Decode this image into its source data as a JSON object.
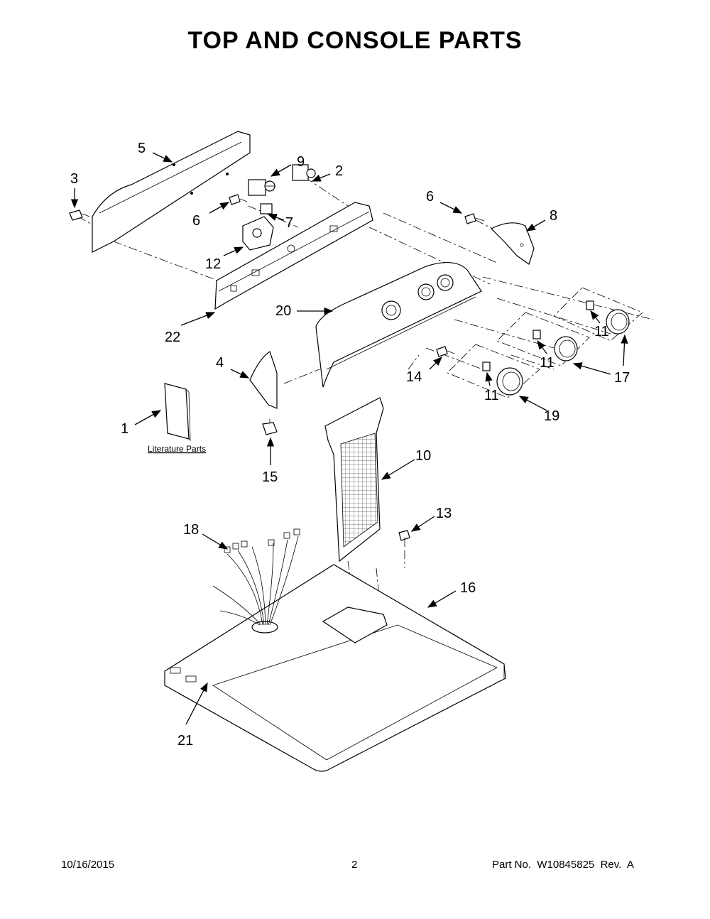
{
  "page": {
    "title": "TOP AND CONSOLE PARTS"
  },
  "callouts": {
    "c1": "1",
    "c2": "2",
    "c3": "3",
    "c4": "4",
    "c5": "5",
    "c6a": "6",
    "c6b": "6",
    "c7": "7",
    "c8": "8",
    "c9": "9",
    "c10": "10",
    "c11a": "11",
    "c11b": "11",
    "c11c": "11",
    "c12": "12",
    "c13": "13",
    "c14": "14",
    "c15": "15",
    "c16": "16",
    "c17": "17",
    "c18": "18",
    "c19": "19",
    "c20": "20",
    "c21": "21",
    "c22": "22"
  },
  "literature_label": "Literature Parts",
  "footer": {
    "date": "10/16/2015",
    "page_number": "2",
    "part_number": "Part No.  W10845825  Rev.  A"
  }
}
